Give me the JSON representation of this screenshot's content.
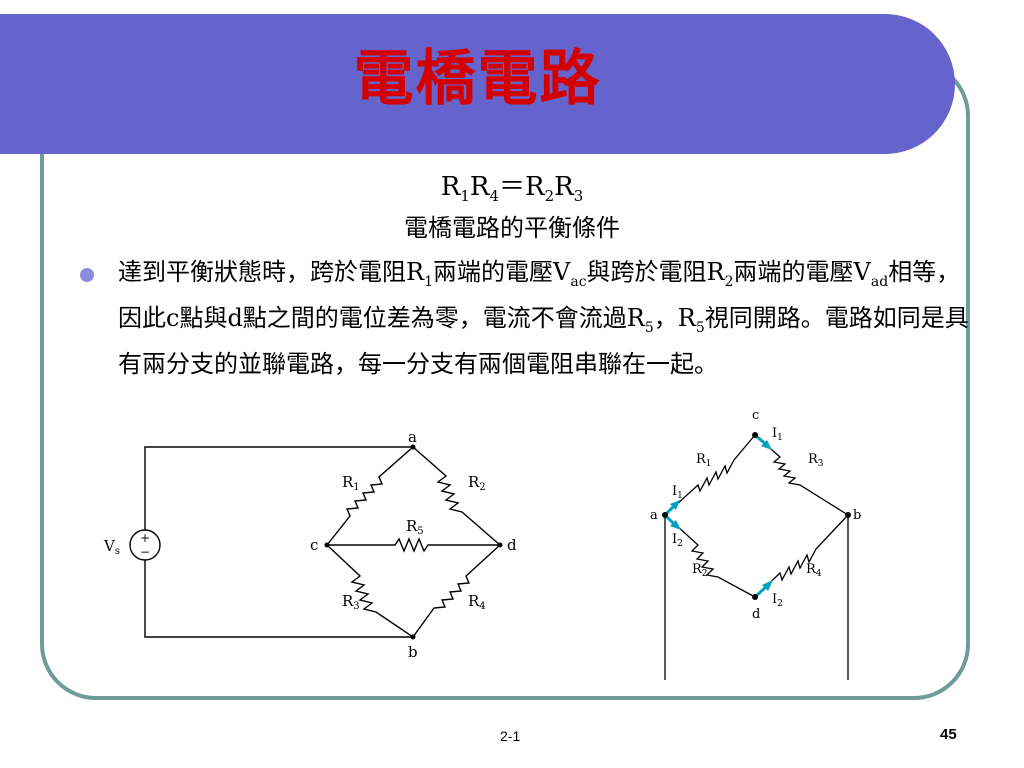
{
  "slide": {
    "title": "電橋電路",
    "formula": {
      "r1": "R",
      "r1_sub": "1",
      "r4": "R",
      "r4_sub": "4",
      "eq": "＝",
      "r2": "R",
      "r2_sub": "2",
      "r3": "R",
      "r3_sub": "3"
    },
    "caption": "電橋電路的平衡條件",
    "paragraph": {
      "t1": "達到平衡狀態時，跨於電阻R",
      "s1": "1",
      "t2": "兩端的電壓V",
      "s2": "ac",
      "t3": "與跨於電阻R",
      "s3": "2",
      "t4": "兩端的電壓V",
      "s4": "ad",
      "t5": "相等，因此c點與d點之間的電位差為零，電流不會流過R",
      "s5": "5",
      "t6": "，R",
      "s6": "5",
      "t7": "視同開路。電路如同是具有兩分支的並聯電路，每一分支有兩個電阻串聯在一起。"
    },
    "footer_center": "2-1",
    "page_number": "45"
  },
  "diagram_left": {
    "labels": {
      "a": "a",
      "b": "b",
      "c": "c",
      "d": "d",
      "vs": "V",
      "vs_sub": "s",
      "r1": "R",
      "r1_sub": "1",
      "r2": "R",
      "r2_sub": "2",
      "r3": "R",
      "r3_sub": "3",
      "r4": "R",
      "r4_sub": "4",
      "r5": "R",
      "r5_sub": "5",
      "plus": "+",
      "minus": "−"
    }
  },
  "diagram_right": {
    "labels": {
      "a": "a",
      "b": "b",
      "c": "c",
      "d": "d",
      "r1": "R",
      "r1_sub": "1",
      "r2": "R",
      "r2_sub": "2",
      "r3": "R",
      "r3_sub": "3",
      "r4": "R",
      "r4_sub": "4",
      "i1a": "I",
      "i1a_sub": "1",
      "i1b": "I",
      "i1b_sub": "1",
      "i2a": "I",
      "i2a_sub": "2",
      "i2b": "I",
      "i2b_sub": "2"
    }
  },
  "colors": {
    "title_bar": "#6464cc",
    "title_text": "#d40000",
    "frame_border": "#6e9b9b",
    "arrow": "#00a0c0"
  }
}
